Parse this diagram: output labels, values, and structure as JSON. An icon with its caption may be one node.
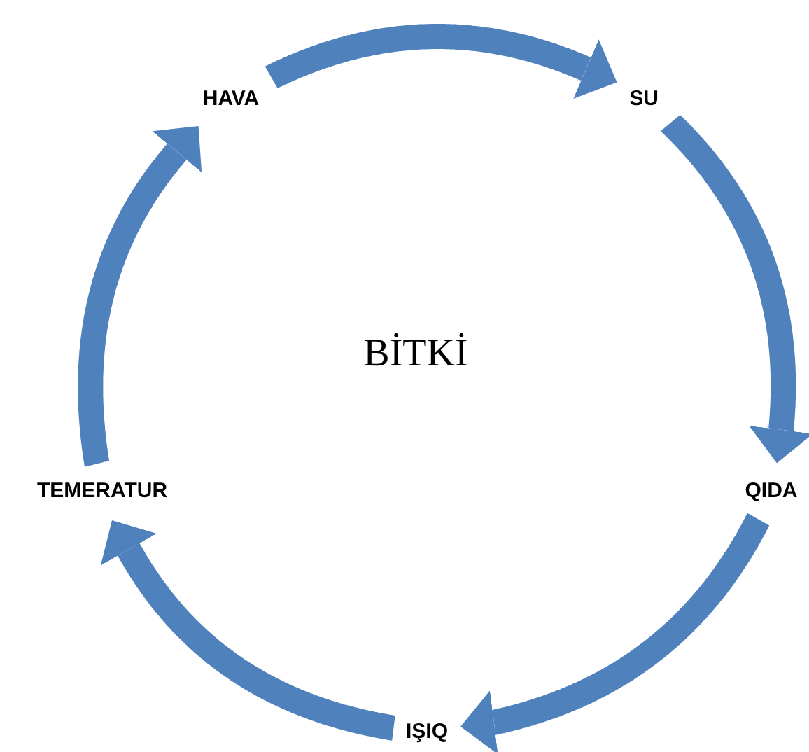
{
  "diagram": {
    "nodes": [
      {
        "text": [
          "HAVA"
        ]
      },
      {
        "text": [
          "SU"
        ]
      },
      {
        "text": [
          "QIDA"
        ]
      },
      {
        "text": [
          "IŞIQ"
        ]
      },
      {
        "text": [
          "TEMERATUR"
        ]
      },
      {
        "text": [
          "BİTKİ"
        ]
      }
    ],
    "edges": [
      {
        "from": 0,
        "to": 1,
        "arrow": "to"
      },
      {
        "from": 1,
        "to": 2,
        "arrow": "to"
      },
      {
        "from": 2,
        "to": 3,
        "arrow": "to"
      },
      {
        "from": 3,
        "to": 4,
        "arrow": "to"
      },
      {
        "from": 4,
        "to": 0,
        "arrow": "to"
      }
    ]
  }
}
